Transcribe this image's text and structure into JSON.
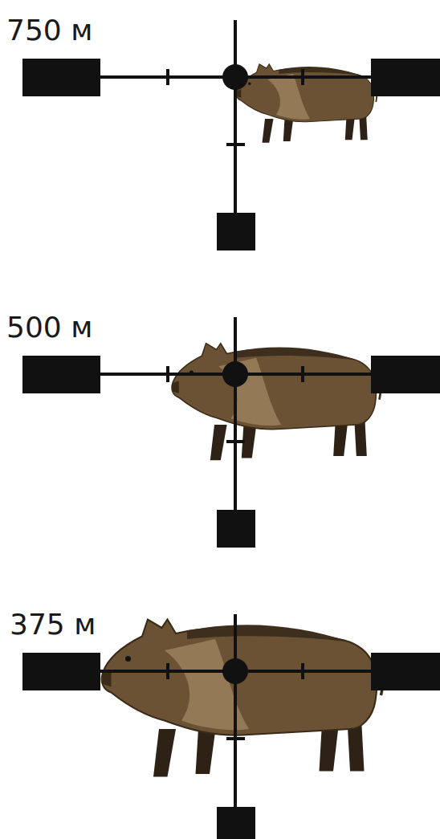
{
  "diagram": {
    "labels": [
      "750 м",
      "500 м",
      "375 м"
    ]
  }
}
